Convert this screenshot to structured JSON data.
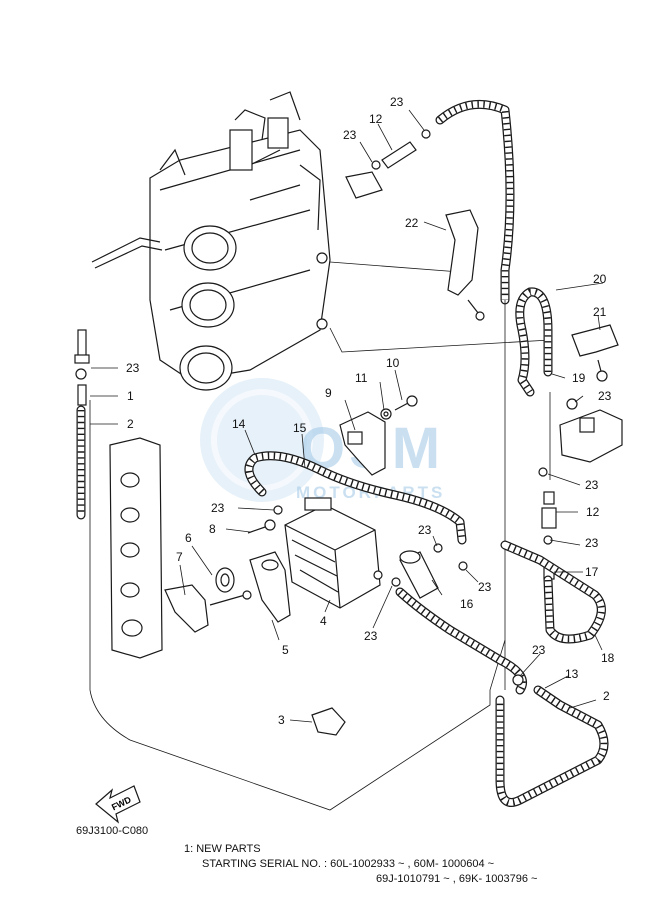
{
  "diagram_code": "69J3100-C080",
  "fwd_label": "FWD",
  "watermark": {
    "logo": "OSM",
    "subtitle": "MOTORPARTS"
  },
  "notes": {
    "line1": "1:  NEW PARTS",
    "line2": "STARTING SERIAL NO. : 60L-1002933 ~ , 60M- 1000604 ~",
    "line3": "69J-1010791 ~ , 69K- 1003796 ~"
  },
  "callouts": [
    {
      "id": "c1",
      "label": "1"
    },
    {
      "id": "c2a",
      "label": "2"
    },
    {
      "id": "c2b",
      "label": "2"
    },
    {
      "id": "c3",
      "label": "3"
    },
    {
      "id": "c4",
      "label": "4"
    },
    {
      "id": "c5",
      "label": "5"
    },
    {
      "id": "c6",
      "label": "6"
    },
    {
      "id": "c7",
      "label": "7"
    },
    {
      "id": "c8",
      "label": "8"
    },
    {
      "id": "c9",
      "label": "9"
    },
    {
      "id": "c10",
      "label": "10"
    },
    {
      "id": "c11",
      "label": "11"
    },
    {
      "id": "c12a",
      "label": "12"
    },
    {
      "id": "c12b",
      "label": "12"
    },
    {
      "id": "c13",
      "label": "13"
    },
    {
      "id": "c14",
      "label": "14"
    },
    {
      "id": "c15",
      "label": "15"
    },
    {
      "id": "c16",
      "label": "16"
    },
    {
      "id": "c17",
      "label": "17"
    },
    {
      "id": "c18",
      "label": "18"
    },
    {
      "id": "c19",
      "label": "19"
    },
    {
      "id": "c20",
      "label": "20"
    },
    {
      "id": "c21",
      "label": "21"
    },
    {
      "id": "c22",
      "label": "22"
    },
    {
      "id": "c23a",
      "label": "23"
    },
    {
      "id": "c23b",
      "label": "23"
    },
    {
      "id": "c23c",
      "label": "23"
    },
    {
      "id": "c23d",
      "label": "23"
    },
    {
      "id": "c23e",
      "label": "23"
    },
    {
      "id": "c23f",
      "label": "23"
    },
    {
      "id": "c23g",
      "label": "23"
    },
    {
      "id": "c23h",
      "label": "23"
    },
    {
      "id": "c23i",
      "label": "23"
    },
    {
      "id": "c23j",
      "label": "23"
    },
    {
      "id": "c23k",
      "label": "23"
    },
    {
      "id": "c23l",
      "label": "23"
    }
  ]
}
